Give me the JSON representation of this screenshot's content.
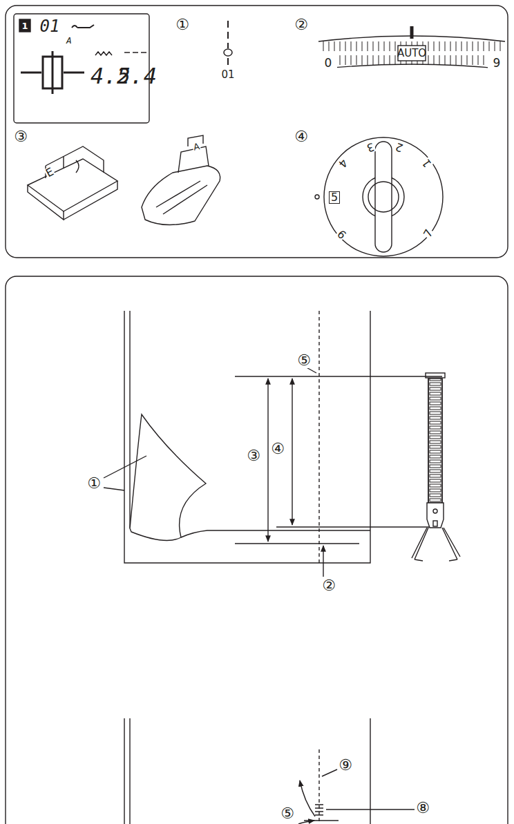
{
  "diagram": {
    "labels": [
      "1",
      "01",
      "A",
      "4.5",
      "2.4",
      "①",
      "01",
      "②",
      "AUTO",
      "0",
      "9",
      "③",
      "E",
      "A",
      "④",
      "3",
      "2",
      "1",
      "4",
      "5",
      "6",
      "7",
      "⑤",
      "③",
      "④",
      "①",
      "②",
      "⑨",
      "⑧",
      "⑤"
    ]
  }
}
